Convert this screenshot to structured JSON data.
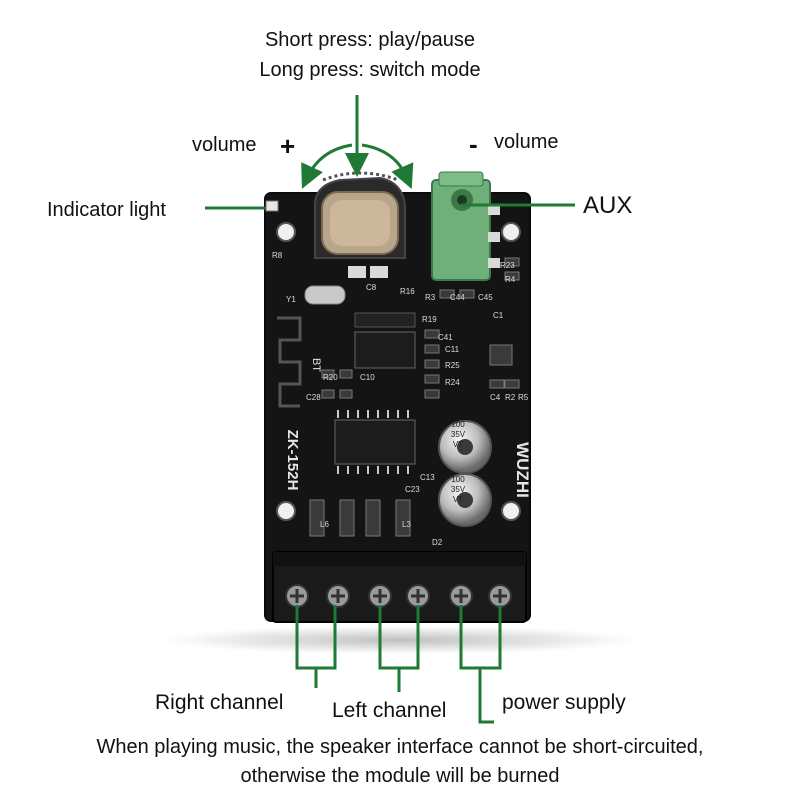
{
  "labels": {
    "button_line1": "Short press: play/pause",
    "button_line2": "Long press: switch mode",
    "volume_left": "volume",
    "plus_sign": "+",
    "minus_sign": "-",
    "volume_right": "volume",
    "indicator": "Indicator light",
    "aux": "AUX",
    "right_channel": "Right channel",
    "left_channel": "Left channel",
    "power_supply": "power supply",
    "warning_line1": "When playing music, the speaker interface cannot be short-circuited,",
    "warning_line2": "otherwise the module will be burned"
  },
  "board": {
    "brand": "WUZHI",
    "model": "ZK-152H",
    "bt_label": "BT",
    "cap_line1": "100",
    "cap_line2": "35V",
    "cap_line3": "VT",
    "silkscreen": [
      "R8",
      "Y1",
      "C8",
      "R16",
      "R3",
      "C44",
      "C45",
      "R23",
      "R4",
      "C1",
      "C11",
      "R25",
      "R24",
      "R20",
      "C10",
      "C28",
      "C23",
      "C13",
      "L6",
      "L3",
      "D2",
      "C4",
      "R2",
      "R5",
      "R19",
      "C41"
    ]
  },
  "colors": {
    "callout": "#1e7a35",
    "pcb": "#141414",
    "pcb_edge": "#0a0a0a",
    "terminal": "#1a1a1a",
    "aux_jack": "#6fb07a",
    "knob": "#2a2a2a",
    "text": "#111111"
  },
  "icons": {
    "rotate_arrows": "curved-double-arrow-icon",
    "indicator_led": "led-icon"
  }
}
